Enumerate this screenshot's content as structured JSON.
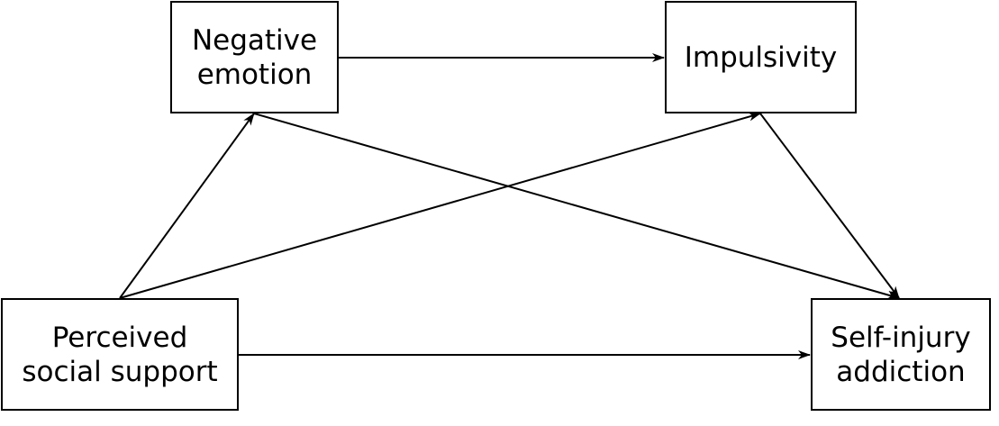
{
  "nodes": {
    "negative_emotion": {
      "line1": "Negative",
      "line2": "emotion"
    },
    "impulsivity": {
      "line1": "Impulsivity"
    },
    "perceived_social_support": {
      "line1": "Perceived",
      "line2": "social support"
    },
    "self_injury_addiction": {
      "line1": "Self-injury",
      "line2": "addiction"
    }
  },
  "edges": [
    {
      "from": "negative_emotion",
      "to": "impulsivity"
    },
    {
      "from": "perceived_social_support",
      "to": "negative_emotion"
    },
    {
      "from": "perceived_social_support",
      "to": "impulsivity"
    },
    {
      "from": "negative_emotion",
      "to": "self_injury_addiction"
    },
    {
      "from": "impulsivity",
      "to": "self_injury_addiction"
    },
    {
      "from": "perceived_social_support",
      "to": "self_injury_addiction"
    }
  ],
  "colors": {
    "stroke": "#000000",
    "background": "#ffffff"
  }
}
